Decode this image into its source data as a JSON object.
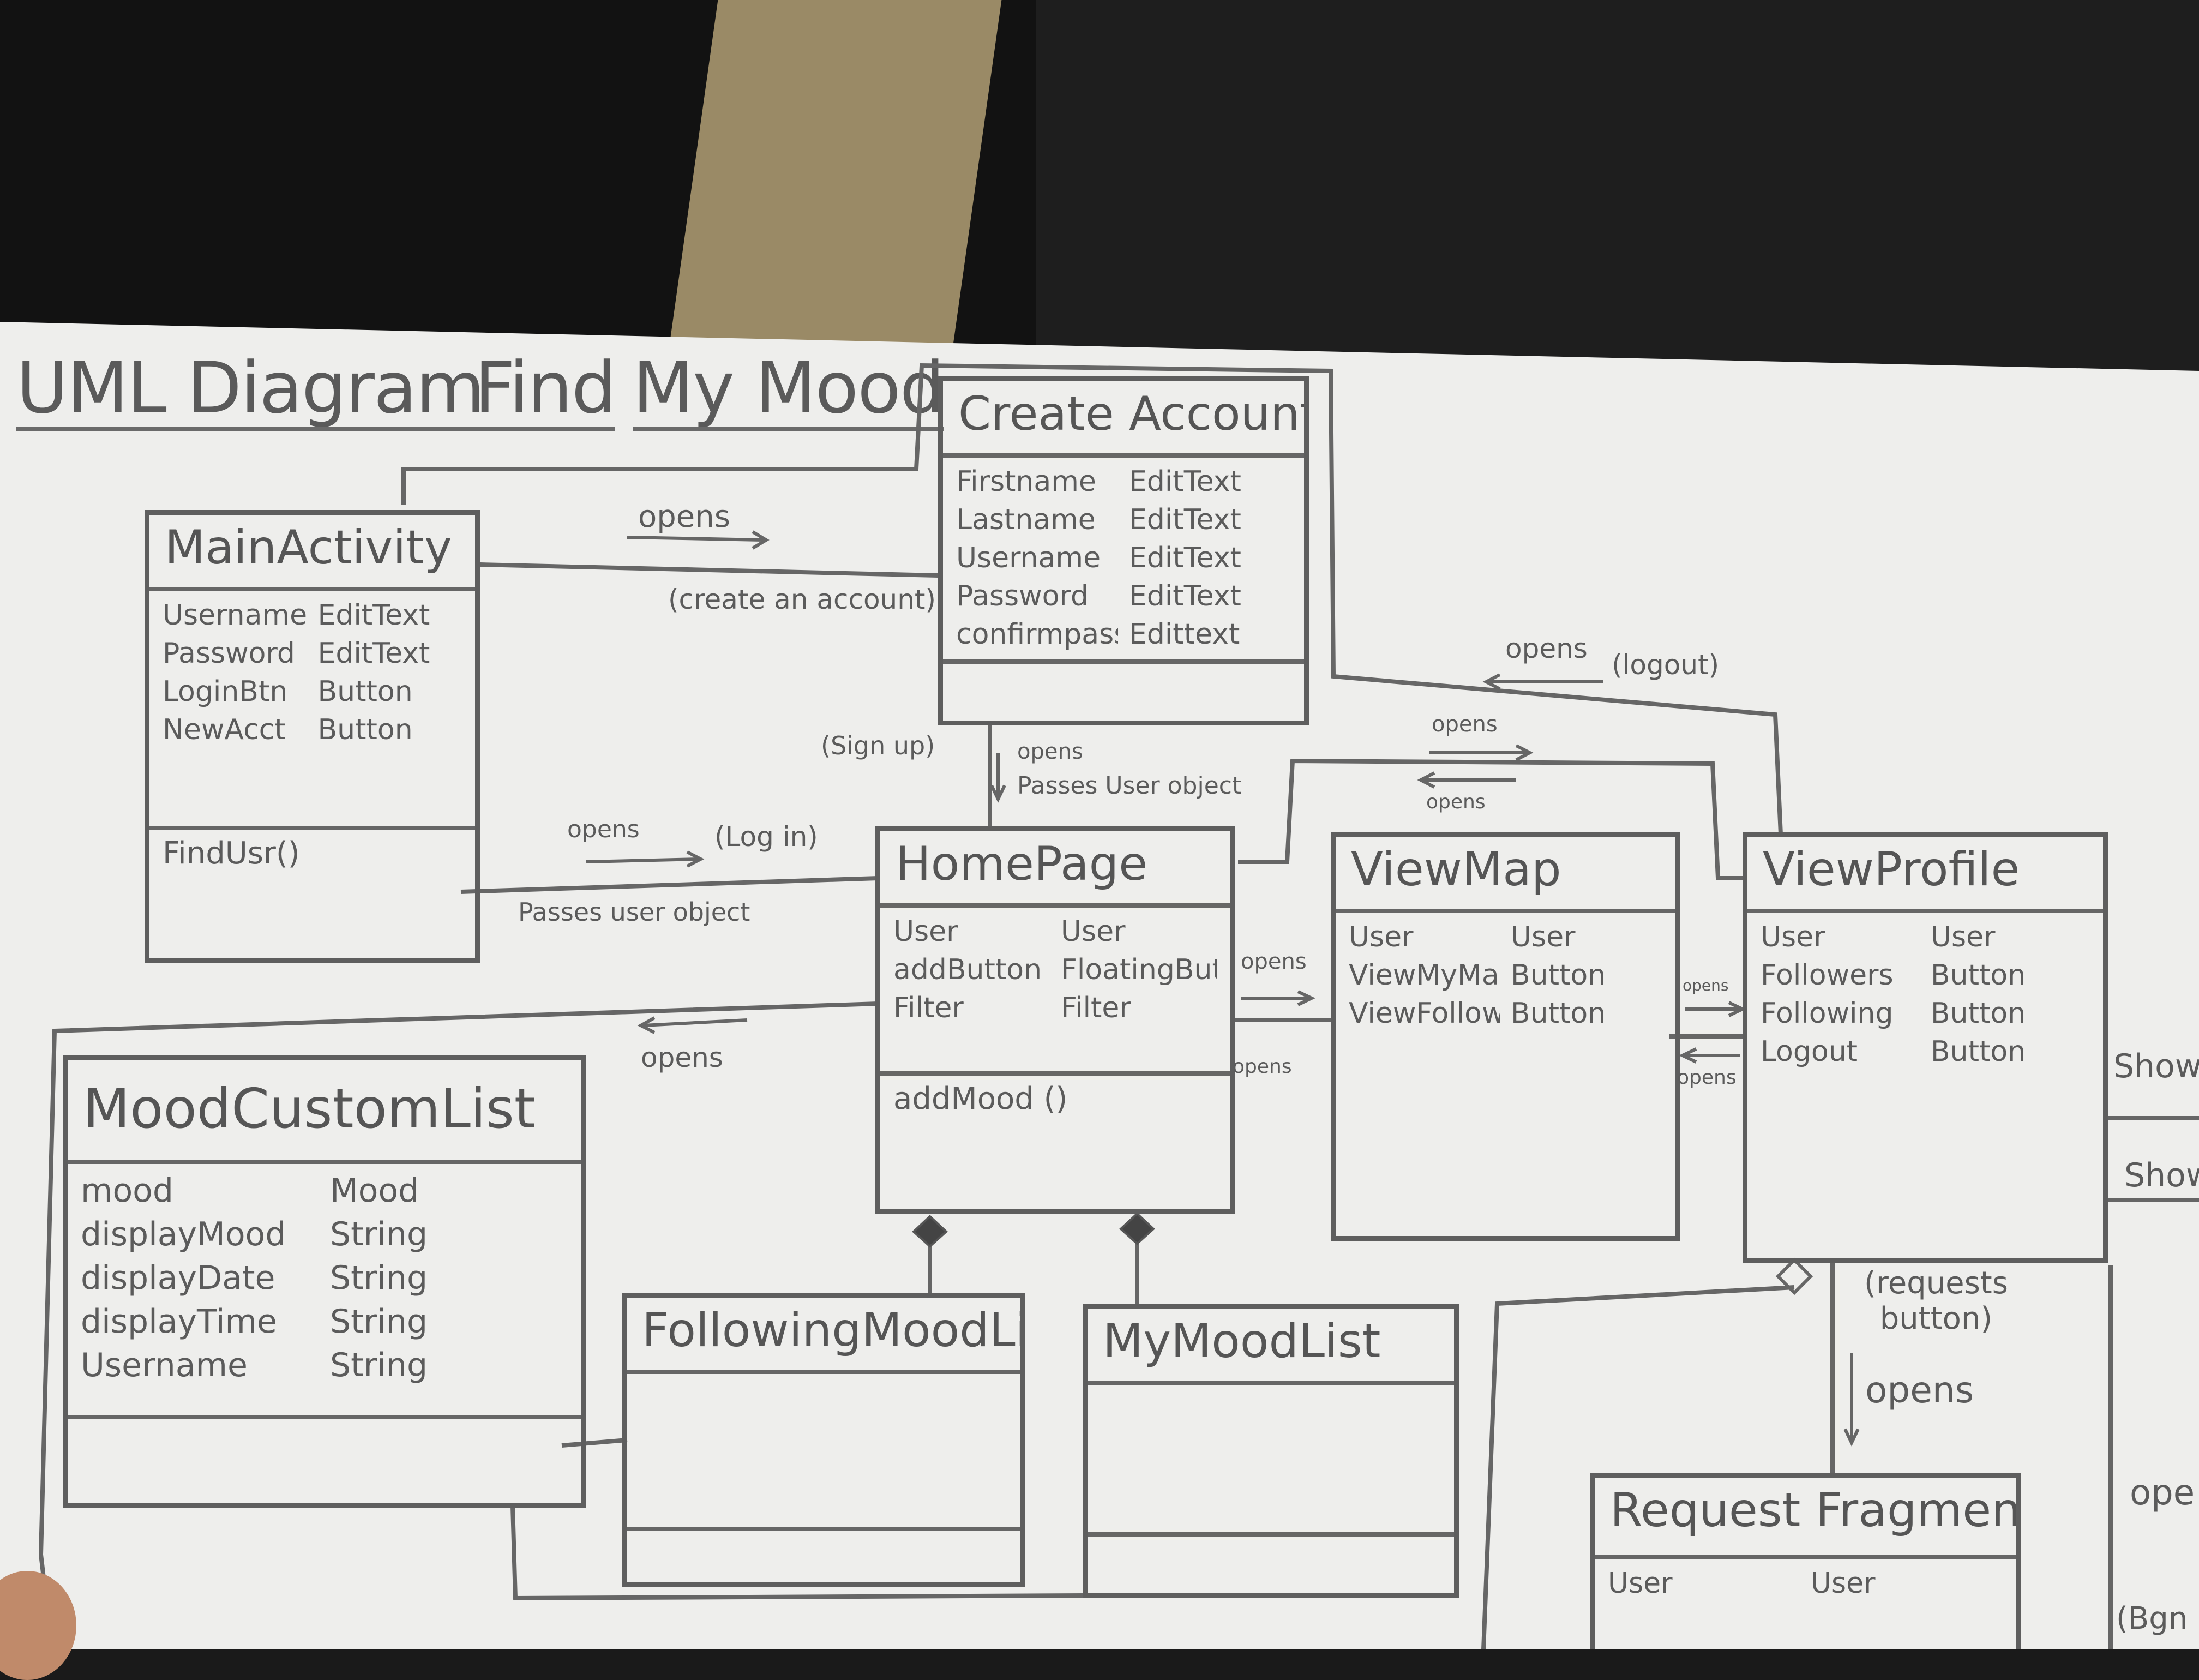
{
  "title": {
    "words": [
      "UML Diagram",
      "Find",
      "My Mood"
    ]
  },
  "classes": {
    "create_account": {
      "name": "Create Account",
      "attributes": [
        {
          "name": "Firstname",
          "type": "EditText"
        },
        {
          "name": "Lastname",
          "type": "EditText"
        },
        {
          "name": "Username",
          "type": "EditText"
        },
        {
          "name": "Password",
          "type": "EditText"
        },
        {
          "name": "confirmpass",
          "type": "Edittext"
        }
      ]
    },
    "main_activity": {
      "name": "MainActivity",
      "attributes": [
        {
          "name": "Username",
          "type": "EditText"
        },
        {
          "name": "Password",
          "type": "EditText"
        },
        {
          "name": "LoginBtn",
          "type": "Button"
        },
        {
          "name": "NewAcct",
          "type": "Button"
        }
      ],
      "operation": "FindUsr()"
    },
    "home_page": {
      "name": "HomePage",
      "attributes": [
        {
          "name": "User",
          "type": "User"
        },
        {
          "name": "addButton",
          "type": "FloatingButton"
        },
        {
          "name": "Filter",
          "type": "Filter"
        }
      ],
      "operation": "addMood ()"
    },
    "view_map": {
      "name": "ViewMap",
      "attributes": [
        {
          "name": "User",
          "type": "User"
        },
        {
          "name": "ViewMyMap",
          "type": "Button"
        },
        {
          "name": "ViewFollowMap",
          "type": "Button"
        }
      ]
    },
    "view_profile": {
      "name": "ViewProfile",
      "attributes": [
        {
          "name": "User",
          "type": "User"
        },
        {
          "name": "Followers",
          "type": "Button"
        },
        {
          "name": "Following",
          "type": "Button"
        },
        {
          "name": "Logout",
          "type": "Button"
        }
      ]
    },
    "mood_custom_list": {
      "name": "MoodCustomList",
      "attributes": [
        {
          "name": "mood",
          "type": "Mood"
        },
        {
          "name": "displayMood",
          "type": "String"
        },
        {
          "name": "displayDate",
          "type": "String"
        },
        {
          "name": "displayTime",
          "type": "String"
        },
        {
          "name": "Username",
          "type": "String"
        }
      ]
    },
    "following_mood_list": {
      "name": "FollowingMoodList"
    },
    "my_mood_list": {
      "name": "MyMoodList"
    },
    "request_fragment": {
      "name": "Request Fragment",
      "attributes": [
        {
          "name": "User",
          "type": "User"
        }
      ]
    }
  },
  "edge_labels": {
    "main_to_create_opens": "opens",
    "main_to_create_note": "(create an account)",
    "main_to_home_opens": "opens",
    "main_to_home_login": "(Log in)",
    "main_to_home_passes": "Passes user object",
    "create_to_home_signup": "(Sign up)",
    "create_to_home_opens": "opens",
    "create_to_home_passes": "Passes User object",
    "profile_to_create_opens": "opens",
    "profile_to_create_logout": "(logout)",
    "home_profile_opens_top": "opens",
    "home_profile_opens_bottom": "opens",
    "home_to_map_opens": "opens",
    "map_to_home_opens": "opens",
    "map_to_profile_opens": "opens",
    "profile_to_map_opens": "opens",
    "home_to_moodlist_opens": "opens",
    "profile_requests_button": "(requests button)",
    "profile_requests_opens": "opens",
    "right_edge_1": "Show",
    "right_edge_2": "Show",
    "right_edge_3": "ope",
    "right_edge_4": "(Bgn"
  }
}
